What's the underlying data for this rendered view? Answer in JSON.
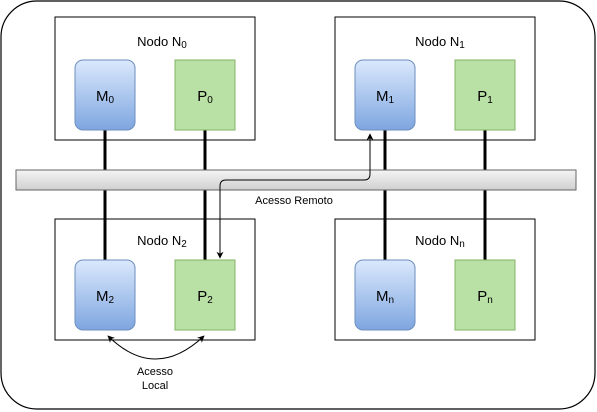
{
  "nodes": [
    {
      "title": "Nodo N",
      "title_sub": "0",
      "memory": "M",
      "memory_sub": "0",
      "processor": "P",
      "processor_sub": "0"
    },
    {
      "title": "Nodo N",
      "title_sub": "1",
      "memory": "M",
      "memory_sub": "1",
      "processor": "P",
      "processor_sub": "1"
    },
    {
      "title": "Nodo N",
      "title_sub": "2",
      "memory": "M",
      "memory_sub": "2",
      "processor": "P",
      "processor_sub": "2"
    },
    {
      "title": "Nodo N",
      "title_sub": "n",
      "memory": "M",
      "memory_sub": "n",
      "processor": "P",
      "processor_sub": "n"
    }
  ],
  "labels": {
    "remote_access": "Acesso Remoto",
    "local_access_line1": "Acesso",
    "local_access_line2": "Local"
  },
  "colors": {
    "memory_fill": "#a9c4eb",
    "memory_fill_top": "#dae8fc",
    "memory_stroke": "#6c8ebf",
    "processor_fill": "#b9e0a5",
    "processor_stroke": "#82b366",
    "bus_fill": "#d5d5d5",
    "bus_stroke": "#666666"
  }
}
